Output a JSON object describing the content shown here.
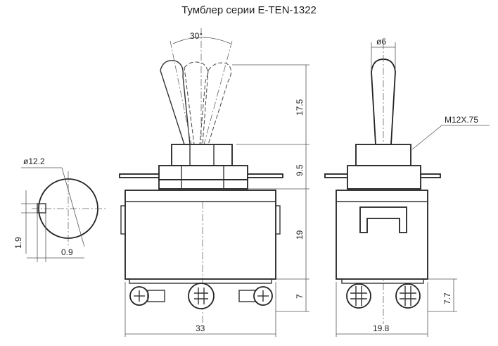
{
  "title": "Тумблер серии E-TEN-1322",
  "dimensions": {
    "angle": "30°",
    "lever_dia": "ø6",
    "thread": "M12X.75",
    "bushing_dia": "ø12.2",
    "flat": "1.9",
    "key": "0.9",
    "lever_height": "17.5",
    "bushing_height": "9.5",
    "body_height": "19",
    "terminal_height_front": "7",
    "terminal_height_side": "7.7",
    "width_front": "33",
    "width_side": "19.8"
  }
}
